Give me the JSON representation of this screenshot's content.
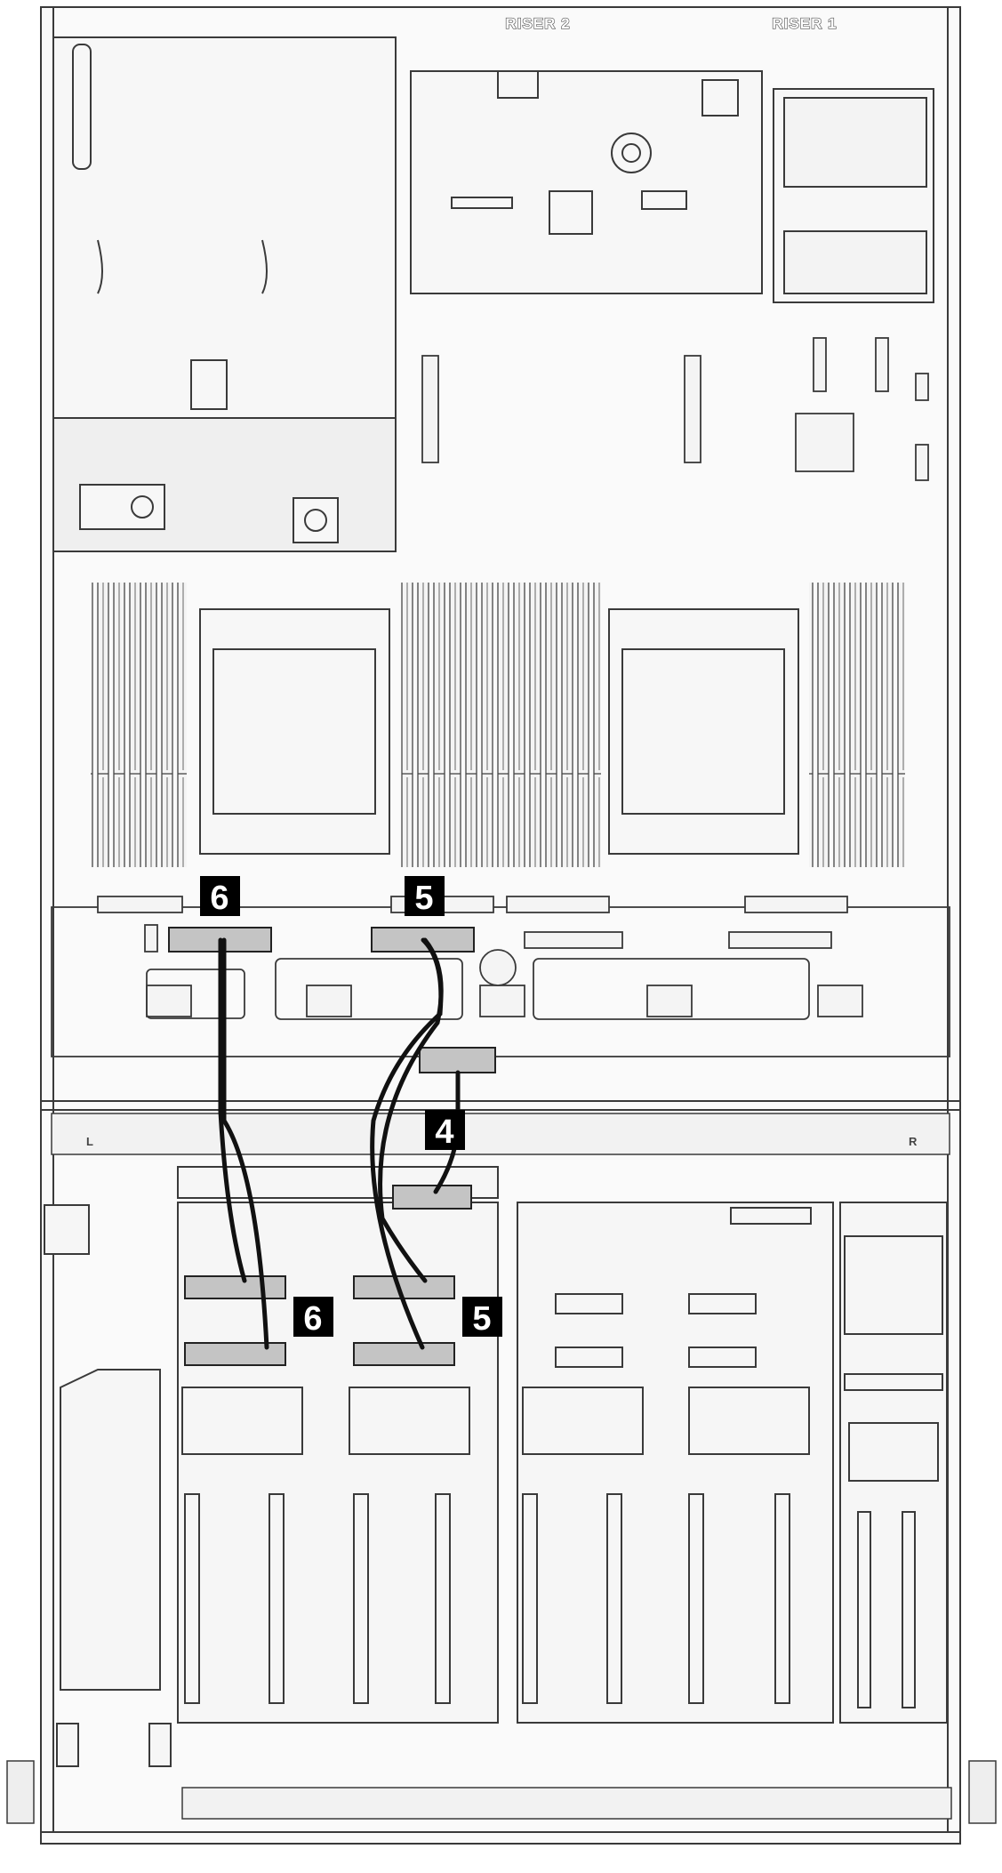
{
  "diagram": {
    "riser_labels": [
      "RISER 2",
      "RISER 1"
    ],
    "edge_labels": {
      "left": "L",
      "right": "R"
    },
    "callouts": [
      "6",
      "5",
      "4",
      "6",
      "5"
    ],
    "colors": {
      "line": "#3a3a3a",
      "fill": "#f7f7f7",
      "panel": "#efefef",
      "cable": "#111111",
      "connector": "#c4c4c4",
      "callout_bg": "#000000",
      "callout_fg": "#ffffff"
    }
  }
}
